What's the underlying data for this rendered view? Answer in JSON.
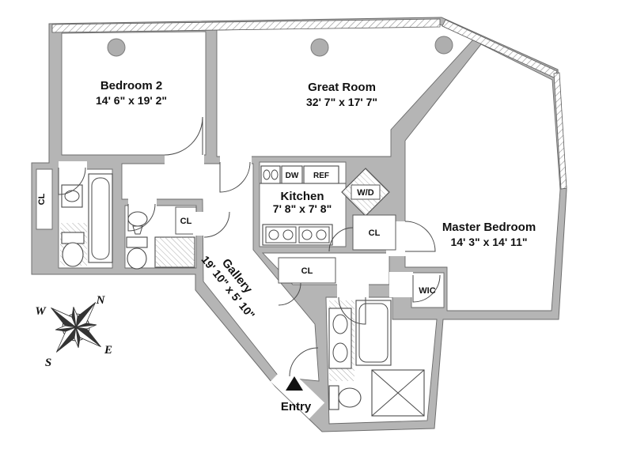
{
  "plan": {
    "rooms": {
      "bedroom2": {
        "name": "Bedroom 2",
        "dims": "14' 6\" x 19' 2\""
      },
      "great_room": {
        "name": "Great Room",
        "dims": "32' 7\" x 17' 7\""
      },
      "kitchen": {
        "name": "Kitchen",
        "dims": "7' 8\" x 7' 8\""
      },
      "master_bedroom": {
        "name": "Master Bedroom",
        "dims": "14' 3\" x 14' 11\""
      },
      "gallery": {
        "name": "Gallery",
        "dims": "19' 10\" x 5' 10\""
      }
    },
    "labels": {
      "washer_dryer": "W/D",
      "refrigerator": "REF",
      "dishwasher": "DW",
      "closet": "CL",
      "walk_in_closet": "WIC",
      "entry": "Entry"
    },
    "compass": {
      "north": "N",
      "south": "S",
      "east": "E",
      "west": "W"
    },
    "colors": {
      "wall": "#b5b5b5",
      "line": "#4a4a4a",
      "background": "#ffffff"
    }
  }
}
